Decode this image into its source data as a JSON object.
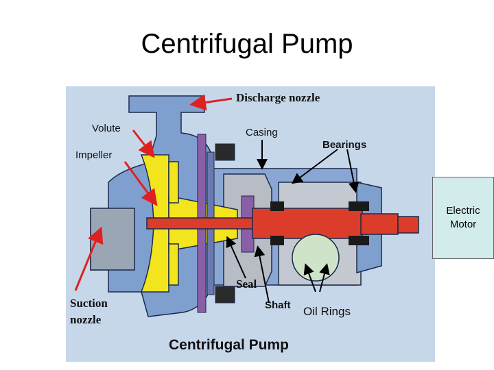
{
  "slide": {
    "title": "Centrifugal Pump"
  },
  "diagram": {
    "labels": {
      "discharge_nozzle": "Discharge nozzle",
      "volute": "Volute",
      "casing": "Casing",
      "bearings": "Bearings",
      "impeller": "Impeller",
      "seal": "Seal",
      "shaft": "Shaft",
      "oil_rings": "Oil Rings",
      "suction_line1": "Suction",
      "suction_line2": "nozzle",
      "caption": "Centrifugal Pump"
    },
    "colors": {
      "background": "#c7d7ea",
      "casing_blue": "#7f9fcf",
      "impeller_yellow": "#f2e51e",
      "shaft_red": "#dc3c2a",
      "seal_purple": "#8a5fa8",
      "arrow_red": "#e02020"
    }
  },
  "motor": {
    "line1": "Electric",
    "line2": "Motor"
  }
}
